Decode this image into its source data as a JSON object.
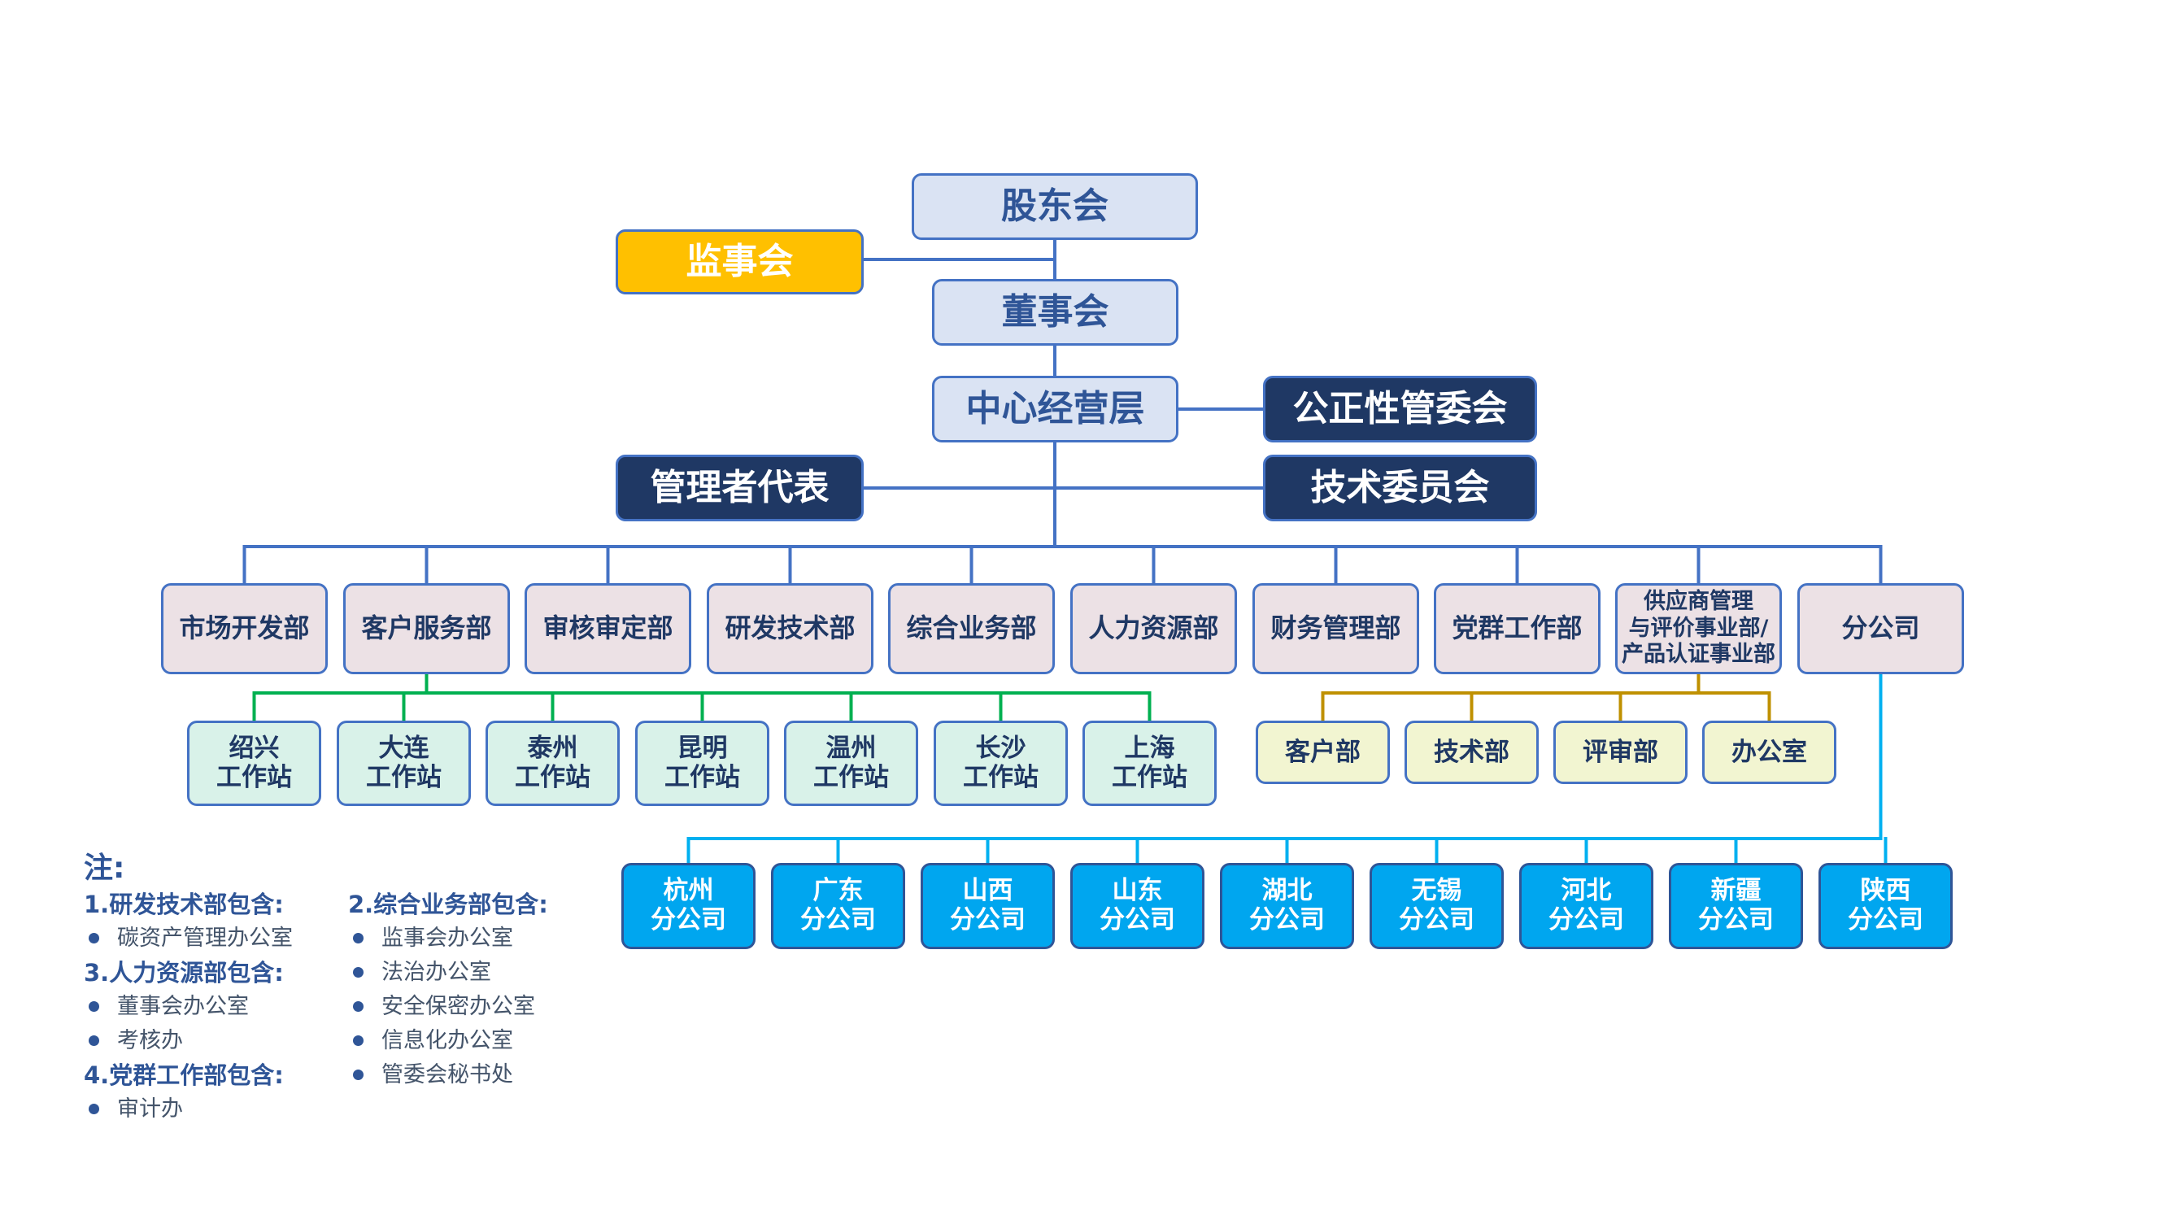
{
  "top": {
    "shareholders": "股东会",
    "supervisors": "监事会",
    "board": "董事会",
    "management": "中心经营层",
    "impartiality": "公正性管委会",
    "mgmt_rep": "管理者代表",
    "tech_committee": "技术委员会"
  },
  "departments": [
    "市场开发部",
    "客户服务部",
    "审核审定部",
    "研发技术部",
    "综合业务部",
    "人力资源部",
    "财务管理部",
    "党群工作部",
    "供应商管理\n与评价事业部/\n产品认证事业部",
    "分公司"
  ],
  "stations": [
    "绍兴\n工作站",
    "大连\n工作站",
    "泰州\n工作站",
    "昆明\n工作站",
    "温州\n工作站",
    "长沙\n工作站",
    "上海\n工作站"
  ],
  "supplier_units": [
    "客户部",
    "技术部",
    "评审部",
    "办公室"
  ],
  "branches": [
    "杭州\n分公司",
    "广东\n分公司",
    "山西\n分公司",
    "山东\n分公司",
    "湖北\n分公司",
    "无锡\n分公司",
    "河北\n分公司",
    "新疆\n分公司",
    "陕西\n分公司"
  ],
  "notes": {
    "title": "注:",
    "groups": [
      {
        "heading": "1.研发技术部包含:",
        "items": [
          "碳资产管理办公室"
        ]
      },
      {
        "heading": "3.人力资源部包含:",
        "items": [
          "董事会办公室",
          "考核办"
        ]
      },
      {
        "heading": "4.党群工作部包含:",
        "items": [
          "审计办"
        ]
      },
      {
        "heading": "2.综合业务部包含:",
        "items": [
          "监事会办公室",
          "法治办公室",
          "安全保密办公室",
          "信息化办公室",
          "管委会秘书处"
        ]
      }
    ]
  },
  "colors": {
    "connector_main": "#4472c4",
    "connector_stations": "#00b050",
    "connector_supplier": "#bf9000",
    "connector_branches": "#00b0f0"
  }
}
